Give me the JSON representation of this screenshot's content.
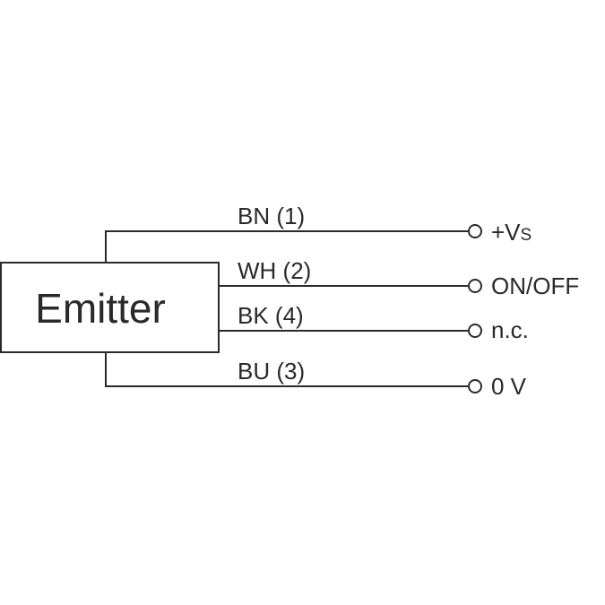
{
  "component": {
    "label": "Emitter"
  },
  "wires": [
    {
      "wire_label": "BN (1)",
      "terminal_label": "+V",
      "terminal_sub": "S"
    },
    {
      "wire_label": "WH (2)",
      "terminal_label": "ON/OFF",
      "terminal_sub": ""
    },
    {
      "wire_label": "BK (4)",
      "terminal_label": "n.c.",
      "terminal_sub": ""
    },
    {
      "wire_label": "BU (3)",
      "terminal_label": "0 V",
      "terminal_sub": ""
    }
  ]
}
